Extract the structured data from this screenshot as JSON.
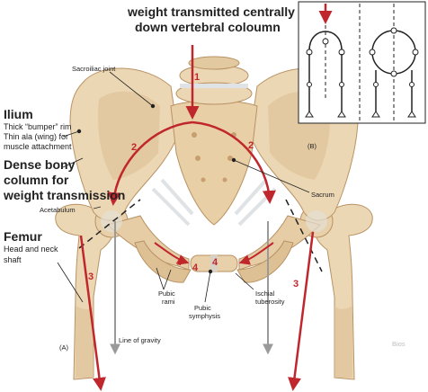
{
  "headline": {
    "line1": "weight transmitted centrally",
    "line2": "down vertebral coloumn"
  },
  "labels": {
    "sacroiliac_joint": "Sacroiliac joint",
    "ilium_title": "Ilium",
    "ilium_line1": "Thick “bumper” rim",
    "ilium_line2": "Thin ala (wing) for",
    "ilium_line3": "muscle attachment",
    "dense_line1": "Dense bony",
    "dense_line2": "column for",
    "dense_line3": "weight transmission",
    "acetabulum": "Acetabulum",
    "femur_title": "Femur",
    "femur_line1": "Head and neck",
    "femur_line2": "shaft",
    "sacrum": "Sacrum",
    "pubic_rami_1": "Pubic",
    "pubic_rami_2": "rami",
    "pubic_symphysis_1": "Pubic",
    "pubic_symphysis_2": "symphysis",
    "ischial_1": "Ischial",
    "ischial_2": "tuberosity",
    "line_of_gravity": "Line of gravity",
    "panel_a": "(A)",
    "panel_b": "(B)",
    "watermark": "Bios"
  },
  "numbers": {
    "n1": "1",
    "n2_left": "2",
    "n2_right": "2",
    "n3_left": "3",
    "n3_right": "3",
    "n4_1": "4",
    "n4_2": "4",
    "n4_3": "4"
  },
  "colors": {
    "bone": "#ecd7b4",
    "bone_dark": "#d4b486",
    "bone_shadow": "#c79f6e",
    "cartilage": "#dfe3e6",
    "arrow_red": "#c0272d",
    "gravity_gray": "#9a9a9a",
    "text": "#222222"
  }
}
